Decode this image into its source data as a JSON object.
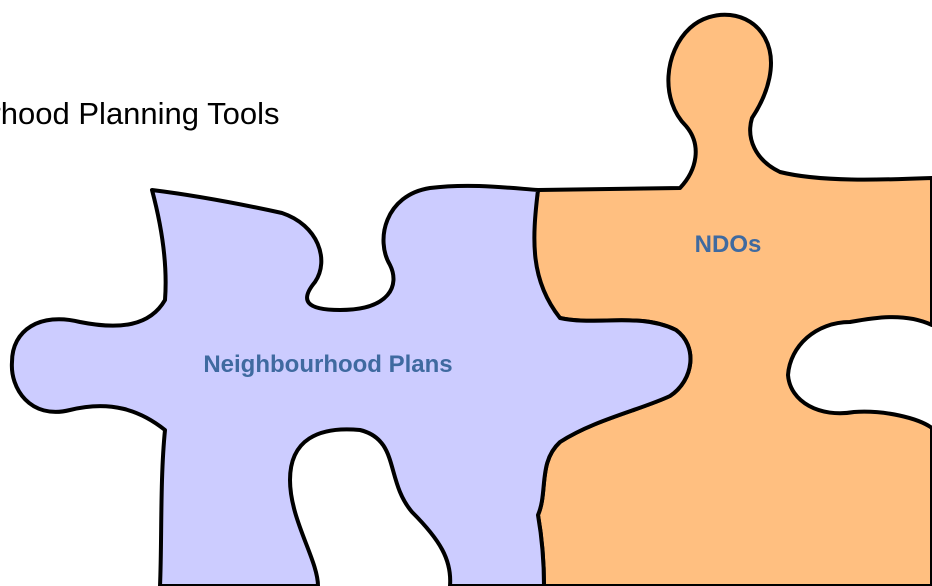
{
  "title": "ourhood Planning Tools",
  "pieces": {
    "neighbourhood_plans": {
      "label": "Neighbourhood Plans",
      "fill": "#ccccff",
      "text_color": "#3f6aa0"
    },
    "ndos": {
      "label": "NDOs",
      "fill": "#ffbf80",
      "text_color": "#3f6aa0"
    }
  },
  "outline_color": "#000000"
}
